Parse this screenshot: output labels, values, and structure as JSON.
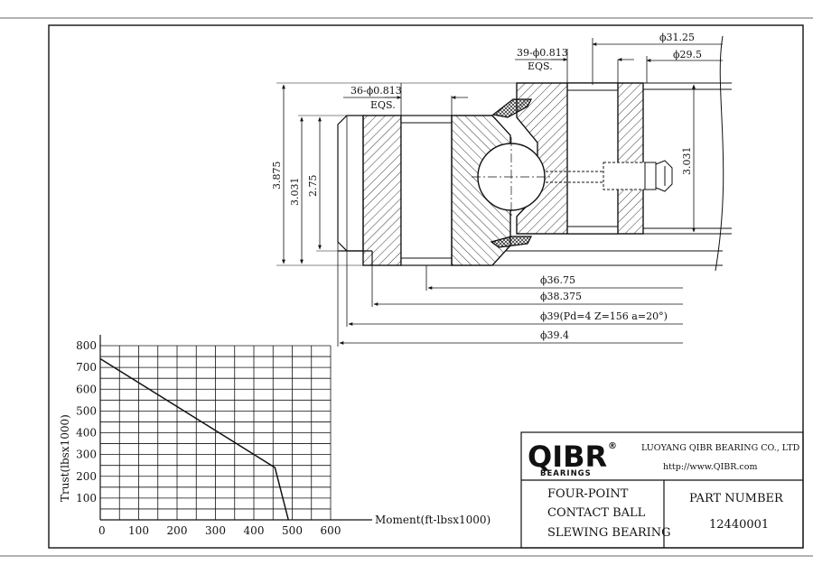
{
  "drawing": {
    "dimensions": {
      "d_31_25": "ϕ31.25",
      "d_29_5": "ϕ29.5",
      "outer_holes": "39-ϕ0.813",
      "outer_eqs": "EQS.",
      "inner_holes": "36-ϕ0.813",
      "inner_eqs": "EQS.",
      "h_3_875": "3.875",
      "h_3_031_left": "3.031",
      "h_2_75": "2.75",
      "h_3_031_right": "3.031",
      "d_36_75": "ϕ36.75",
      "d_38_375": "ϕ38.375",
      "d_39_gear": "ϕ39(Pd=4 Z=156 a=20°)",
      "d_39_4": "ϕ39.4"
    }
  },
  "title_block": {
    "logo_text": "QIBR",
    "logo_reg": "®",
    "logo_sub": "BEARINGS",
    "company": "LUOYANG QIBR BEARING CO., LTD",
    "url": "http://www.QIBR.com",
    "description": [
      "FOUR-POINT",
      "CONTACT BALL",
      "SLEWING BEARING"
    ],
    "part_label": "PART NUMBER",
    "part_number": "12440001"
  },
  "chart_data": {
    "type": "line",
    "xlabel": "Moment(ft-lbsx1000)",
    "ylabel": "Trust(lbsx1000)",
    "xlim": [
      0,
      600
    ],
    "ylim": [
      0,
      800
    ],
    "x_ticks": [
      "0",
      "100",
      "200",
      "300",
      "400",
      "500",
      "600"
    ],
    "y_ticks": [
      "100",
      "200",
      "300",
      "400",
      "500",
      "600",
      "700",
      "800"
    ],
    "grid": true,
    "series": [
      {
        "x": [
          0,
          455,
          490
        ],
        "y": [
          740,
          240,
          0
        ]
      }
    ]
  }
}
